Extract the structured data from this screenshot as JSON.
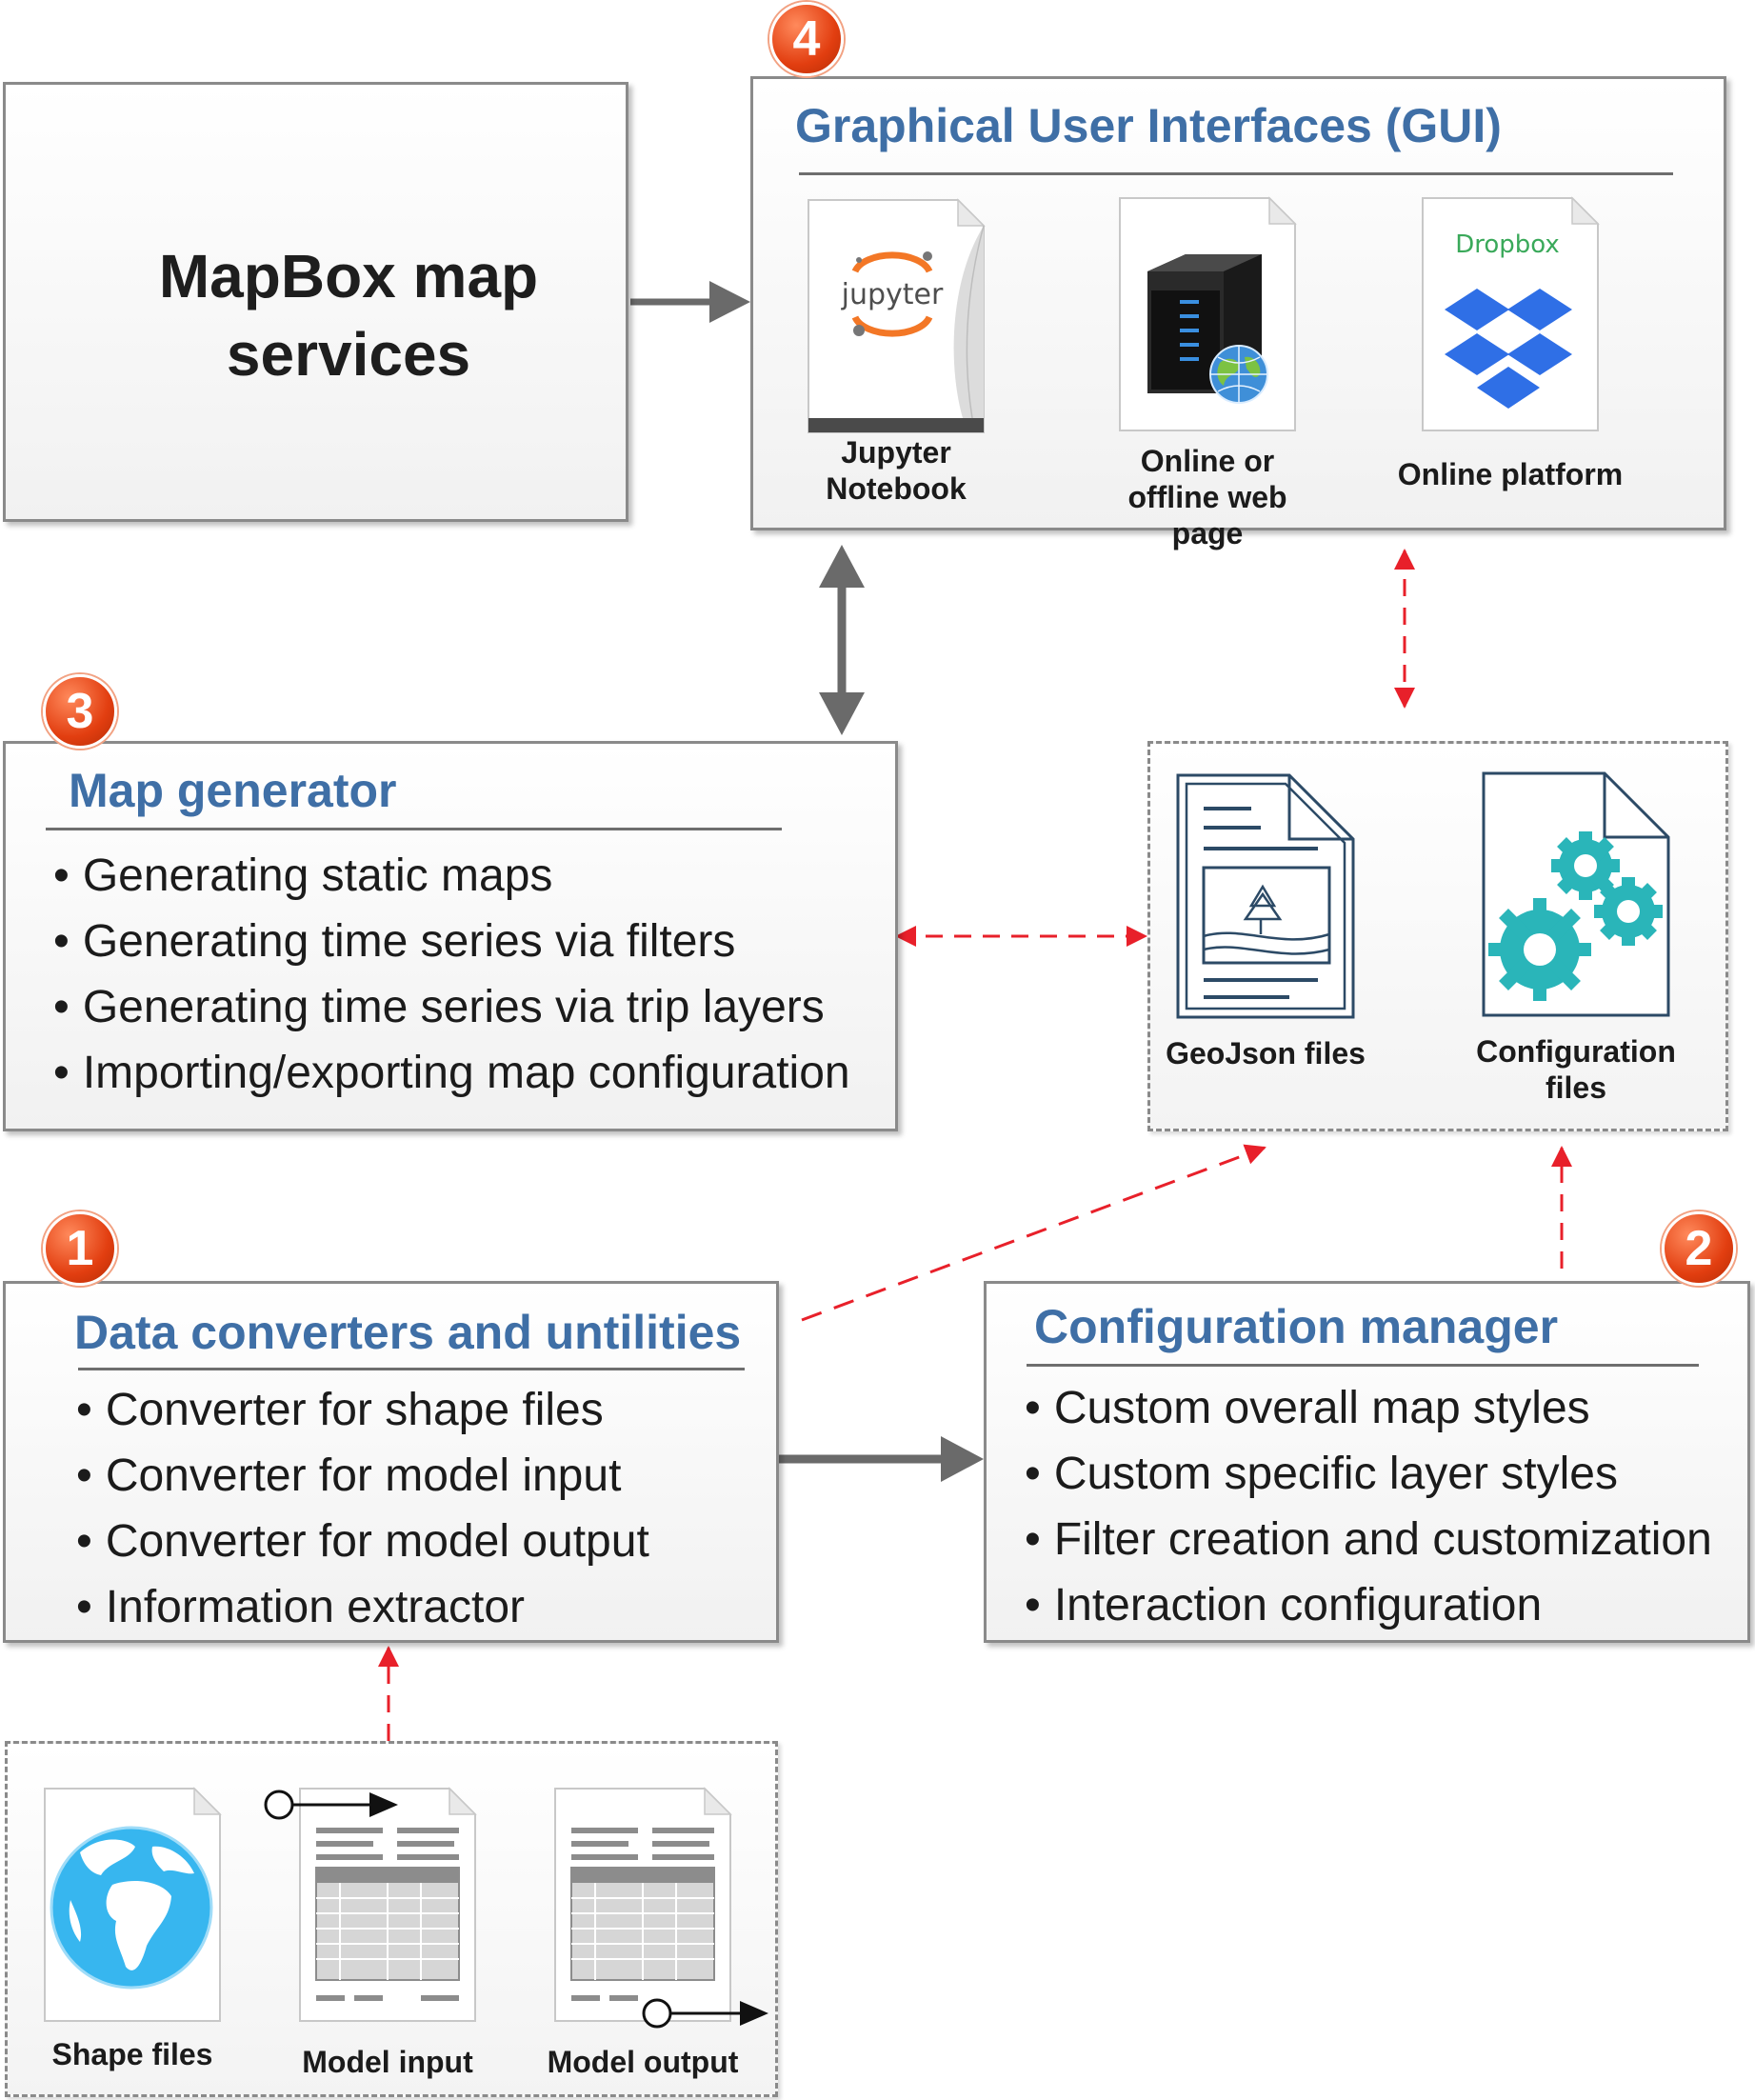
{
  "mapbox": {
    "title": "MapBox map services"
  },
  "gui": {
    "badge": "4",
    "title": "Graphical User Interfaces (GUI)",
    "items": [
      {
        "label": "Jupyter Notebook",
        "logo": "jupyter"
      },
      {
        "label": "Online or offline web page"
      },
      {
        "label": "Online platform",
        "logo": "Dropbox"
      }
    ]
  },
  "map_generator": {
    "badge": "3",
    "title": "Map generator",
    "bullets": [
      "Generating static  maps",
      "Generating time series via filters",
      "Generating time series via trip layers",
      "Importing/exporting map configuration"
    ]
  },
  "files_group": {
    "geojson": "GeoJson files",
    "config": "Configuration files"
  },
  "data_converters": {
    "badge": "1",
    "title": "Data  converters and untilities",
    "bullets": [
      "Converter for shape files",
      "Converter for model input",
      "Converter for model output",
      "Information extractor"
    ]
  },
  "config_manager": {
    "badge": "2",
    "title": "Configuration manager",
    "bullets": [
      "Custom overall map styles",
      "Custom specific layer styles",
      "Filter creation and customization",
      "Interaction configuration"
    ]
  },
  "inputs": {
    "shape": "Shape files",
    "model_input": "Model input",
    "model_output": "Model output"
  },
  "colors": {
    "title_blue": "#3f6fa6",
    "badge_orange": "#e8471a",
    "solid_arrow": "#6a6a6a",
    "dashed_arrow": "#e8202a",
    "dropbox_blue": "#2f6fe6",
    "gear_teal": "#2ab5b9",
    "doc_navy": "#2c4a66"
  }
}
